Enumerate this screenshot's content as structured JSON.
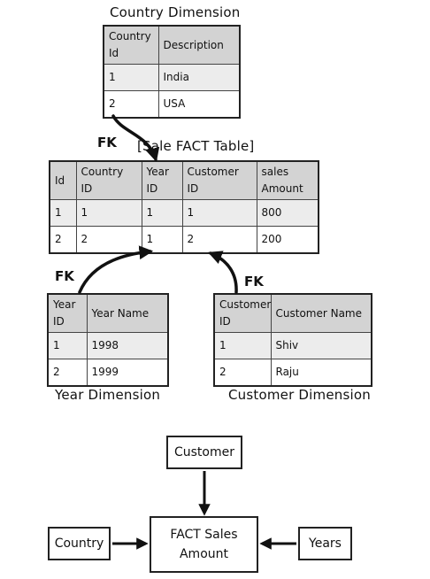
{
  "country_dim": {
    "title": "Country Dimension",
    "headers": [
      "Country Id",
      "Description"
    ],
    "rows": [
      [
        "1",
        "India"
      ],
      [
        "2",
        "USA"
      ]
    ]
  },
  "fact_table": {
    "title": "[Sale FACT Table]",
    "headers": [
      "Id",
      "Country ID",
      "Year ID",
      "Customer ID",
      "sales Amount"
    ],
    "rows": [
      [
        "1",
        "1",
        "1",
        "1",
        "800"
      ],
      [
        "2",
        "2",
        "1",
        "2",
        "200"
      ]
    ]
  },
  "year_dim": {
    "title": "Year Dimension",
    "headers": [
      "Year ID",
      "Year Name"
    ],
    "rows": [
      [
        "1",
        "1998"
      ],
      [
        "2",
        "1999"
      ]
    ]
  },
  "customer_dim": {
    "title": "Customer Dimension",
    "headers": [
      "Customer ID",
      "Customer Name"
    ],
    "rows": [
      [
        "1",
        "Shiv"
      ],
      [
        "2",
        "Raju"
      ]
    ]
  },
  "fk_labels": {
    "country": "FK",
    "year": "FK",
    "customer": "FK"
  },
  "star_diagram": {
    "customer": "Customer",
    "country": "Country",
    "fact": "FACT Sales Amount",
    "years": "Years"
  }
}
